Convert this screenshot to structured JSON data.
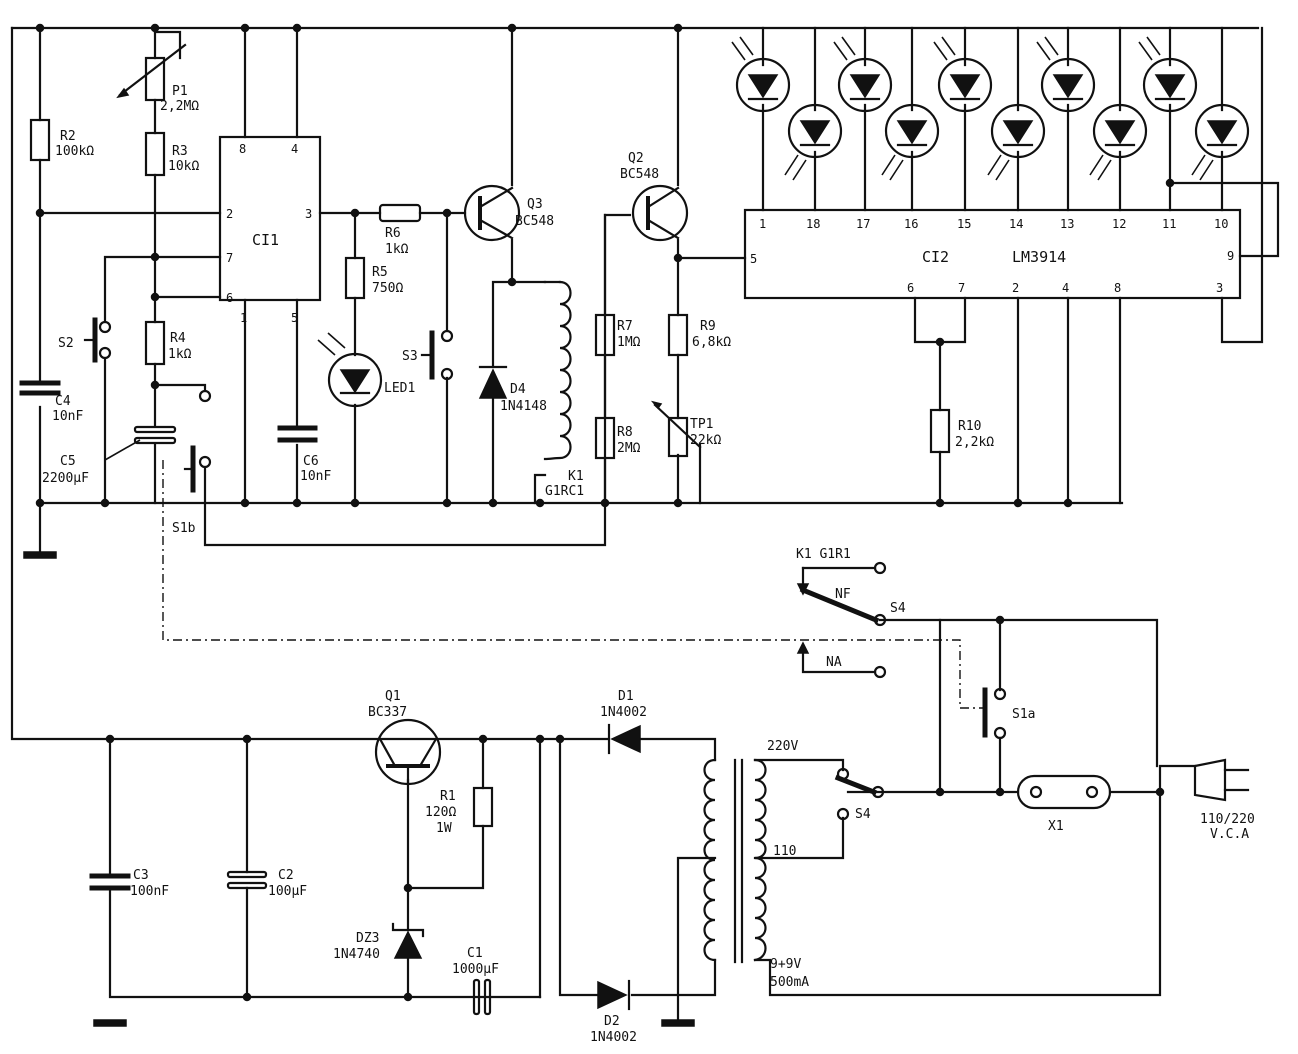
{
  "ci1": {
    "name": "CI1",
    "pins": {
      "p8": "8",
      "p4": "4",
      "p2": "2",
      "p3": "3",
      "p7": "7",
      "p6": "6",
      "p1": "1",
      "p5": "5"
    }
  },
  "ci2": {
    "name": "CI2",
    "part": "LM3914",
    "pins": {
      "p1": "1",
      "p18": "18",
      "p17": "17",
      "p16": "16",
      "p15": "15",
      "p14": "14",
      "p13": "13",
      "p12": "12",
      "p11": "11",
      "p10": "10",
      "p5": "5",
      "p9": "9",
      "p6": "6",
      "p7": "7",
      "p2": "2",
      "p4": "4",
      "p8": "8",
      "p3": "3"
    }
  },
  "p1": {
    "name": "P1",
    "value": "2,2MΩ"
  },
  "r2": {
    "name": "R2",
    "value": "100kΩ"
  },
  "r3": {
    "name": "R3",
    "value": "10kΩ"
  },
  "r4": {
    "name": "R4",
    "value": "1kΩ"
  },
  "r5": {
    "name": "R5",
    "value": "750Ω"
  },
  "r6": {
    "name": "R6",
    "value": "1kΩ"
  },
  "r7": {
    "name": "R7",
    "value": "1MΩ"
  },
  "r8": {
    "name": "R8",
    "value": "2MΩ"
  },
  "r9": {
    "name": "R9",
    "value": "6,8kΩ"
  },
  "tp1": {
    "name": "TP1",
    "value": "22kΩ"
  },
  "r10": {
    "name": "R10",
    "value": "2,2kΩ"
  },
  "r1": {
    "name": "R1",
    "value": "120Ω",
    "power": "1W"
  },
  "c4": {
    "name": "C4",
    "value": "10nF"
  },
  "c5": {
    "name": "C5",
    "value": "2200µF"
  },
  "c6": {
    "name": "C6",
    "value": "10nF"
  },
  "c3": {
    "name": "C3",
    "value": "100nF"
  },
  "c2": {
    "name": "C2",
    "value": "100µF"
  },
  "c1": {
    "name": "C1",
    "value": "1000µF"
  },
  "q1": {
    "name": "Q1",
    "part": "BC337"
  },
  "q2": {
    "name": "Q2",
    "part": "BC548"
  },
  "q3": {
    "name": "Q3",
    "part": "BC548"
  },
  "d1": {
    "name": "D1",
    "part": "1N4002"
  },
  "d2": {
    "name": "D2",
    "part": "1N4002"
  },
  "d4": {
    "name": "D4",
    "part": "1N4148"
  },
  "dz3": {
    "name": "DZ3",
    "part": "1N4740"
  },
  "led1": {
    "name": "LED1"
  },
  "k1": {
    "name": "K1",
    "part": "G1RC1"
  },
  "k1contact": {
    "label": "K1 G1R1",
    "nf": "NF",
    "na": "NA",
    "switch": "S4"
  },
  "switches": {
    "s2": "S2",
    "s3": "S3",
    "s1b": "S1b",
    "s1a": "S1a",
    "s4": "S4"
  },
  "transformer": {
    "primary_high": "220V",
    "primary_low": "110",
    "secondary": "9+9V",
    "current": "500mA"
  },
  "x1": {
    "name": "X1"
  },
  "mains": {
    "voltage": "110/220",
    "unit": "V.C.A"
  }
}
